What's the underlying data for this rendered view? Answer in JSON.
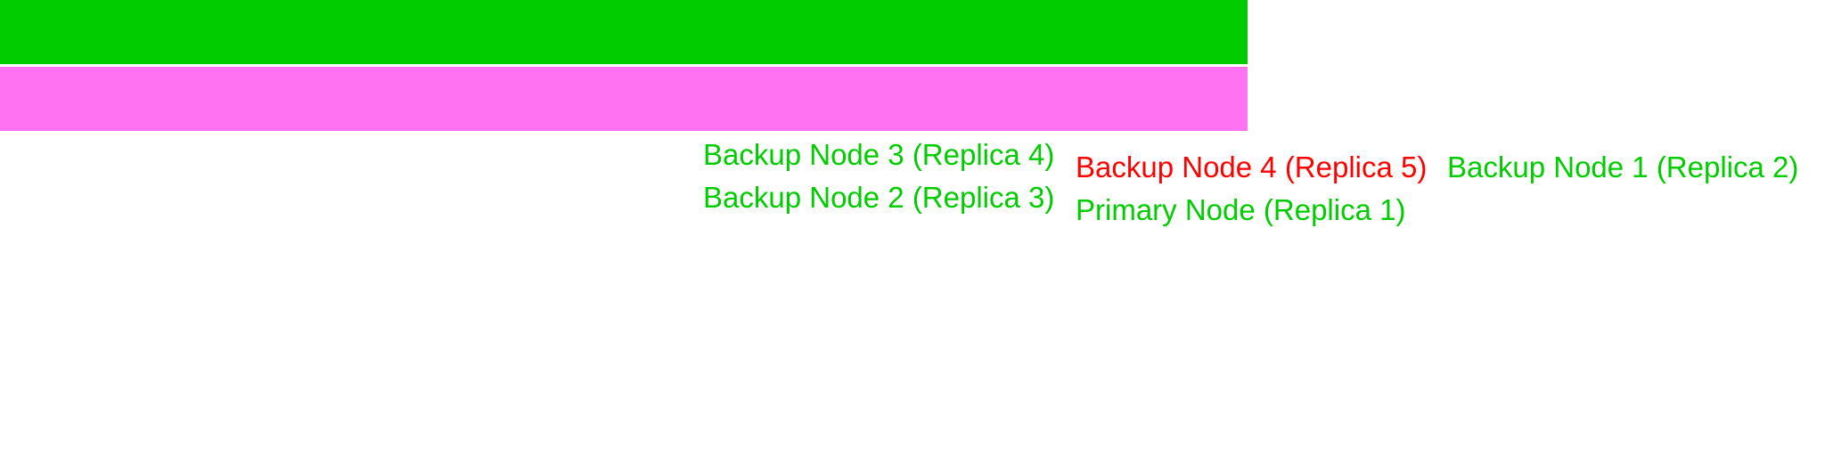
{
  "colors": {
    "bar_top": "#00cc00",
    "bar_bottom": "#ff73f2",
    "label_ok": "#00cc00",
    "label_alert": "#ff0000"
  },
  "nodes": [
    {
      "id": "backup-3",
      "label": "Backup Node 3 (Replica 4)",
      "status": "ok"
    },
    {
      "id": "backup-2",
      "label": "Backup Node 2 (Replica 3)",
      "status": "ok"
    },
    {
      "id": "backup-4",
      "label": "Backup Node 4 (Replica 5)",
      "status": "alert"
    },
    {
      "id": "primary",
      "label": "Primary Node (Replica 1)",
      "status": "ok"
    },
    {
      "id": "backup-1",
      "label": "Backup Node 1 (Replica 2)",
      "status": "ok"
    }
  ]
}
